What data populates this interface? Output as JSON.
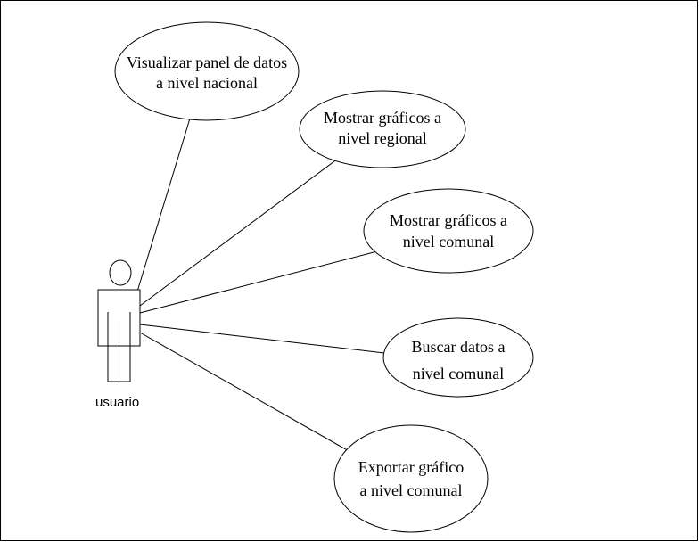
{
  "diagram": {
    "actor": {
      "label": "usuario",
      "icon": "person-icon"
    },
    "use_cases": [
      {
        "id": "uc1",
        "lines": [
          "Visualizar panel de datos",
          "a nivel nacional"
        ]
      },
      {
        "id": "uc2",
        "lines": [
          "Mostrar gráficos a",
          "nivel regional"
        ]
      },
      {
        "id": "uc3",
        "lines": [
          "Mostrar gráficos a",
          "nivel comunal"
        ]
      },
      {
        "id": "uc4",
        "lines": [
          "Buscar datos a",
          "nivel comunal"
        ]
      },
      {
        "id": "uc5",
        "lines": [
          "Exportar gráfico",
          "a nivel comunal"
        ]
      }
    ],
    "colors": {
      "stroke": "#000000",
      "fill": "#ffffff"
    }
  }
}
